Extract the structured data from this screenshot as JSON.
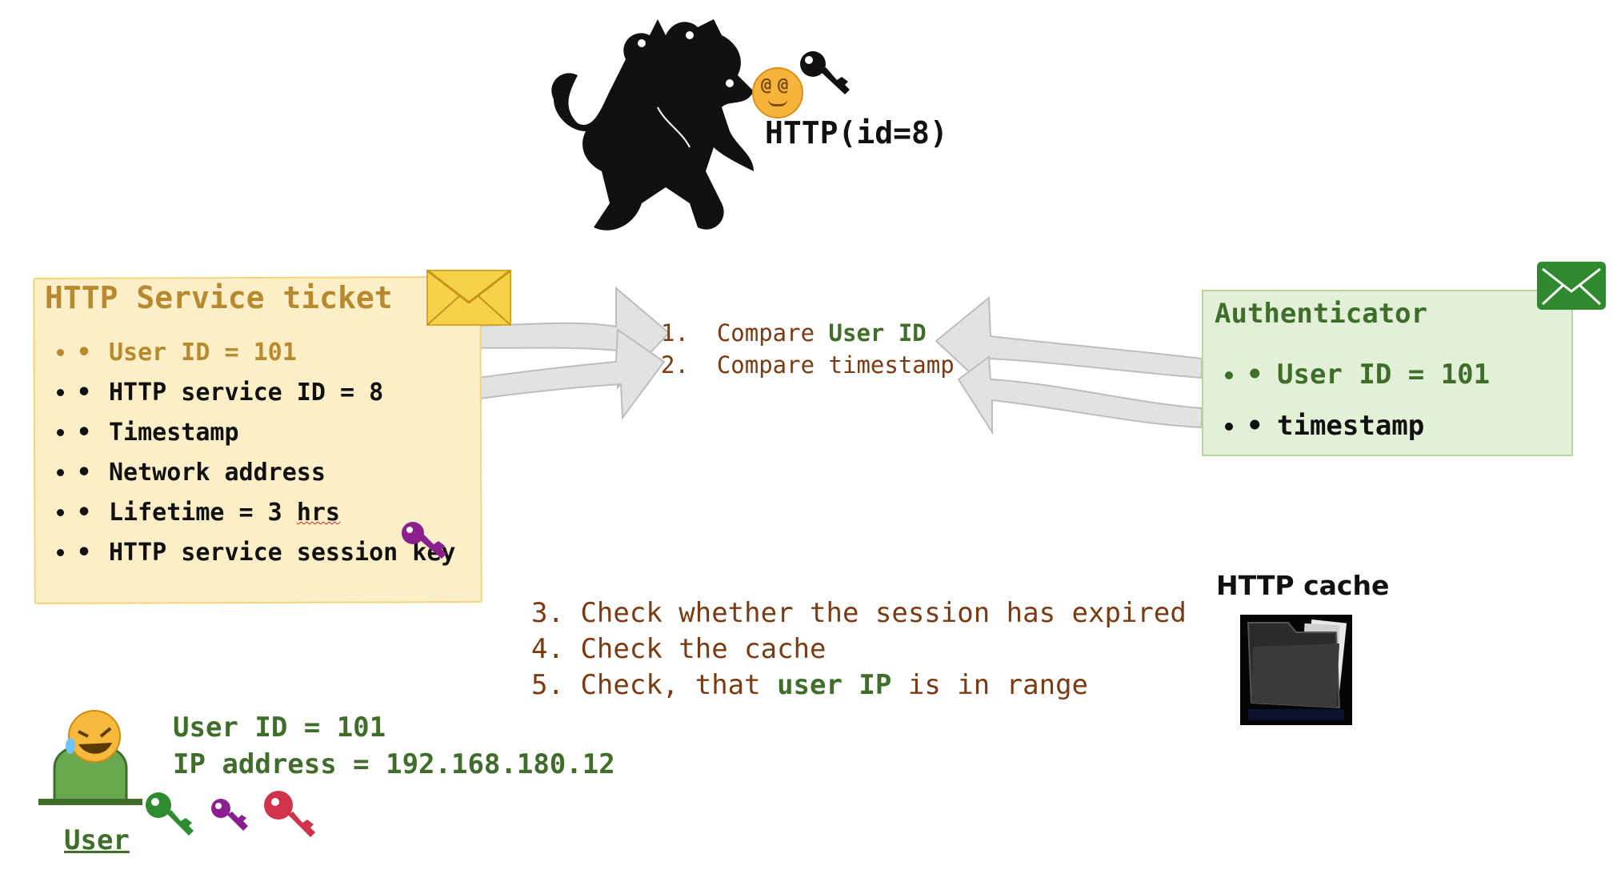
{
  "http_label": "HTTP(id=8)",
  "ticket": {
    "title": "HTTP Service ticket",
    "items": [
      {
        "bullet": "•",
        "text": "User ID = 101"
      },
      {
        "bullet": "•",
        "text": "HTTP service ID = 8"
      },
      {
        "bullet": "•",
        "text": "Timestamp"
      },
      {
        "bullet": "•",
        "text": "Network address"
      },
      {
        "bullet": "•",
        "text_prefix": "Lifetime = 3 ",
        "text_underlined": "hrs"
      },
      {
        "bullet": "•",
        "text": "HTTP service session key"
      }
    ]
  },
  "authenticator": {
    "title": "Authenticator",
    "items": [
      {
        "bullet": "•",
        "text": "User ID = 101"
      },
      {
        "bullet": "•",
        "text": "timestamp"
      }
    ]
  },
  "steps_top": [
    {
      "num": "1.",
      "text": "Compare ",
      "highlight": "User ID"
    },
    {
      "num": "2.",
      "text": "Compare timestamp"
    }
  ],
  "steps_bottom": [
    {
      "num": "3.",
      "text": "Check whether the session has expired"
    },
    {
      "num": "4.",
      "text": "Check the cache"
    },
    {
      "num": "5.",
      "text": "Check, that ",
      "highlight": "user IP",
      "suffix": " is in range"
    }
  ],
  "cache": {
    "label": "HTTP cache"
  },
  "user": {
    "label": "User",
    "id_line": "User ID = 101",
    "ip_line": "IP address = 192.168.180.12"
  },
  "colors": {
    "ticket_bg": "#fcefc8",
    "ticket_title": "#b88a2f",
    "auth_bg": "#e3f0d8",
    "green": "#3f6e2b",
    "brown": "#7b3a12",
    "arrow": "#d9d9d9"
  },
  "icons": {
    "cerberus": "three-headed-dog",
    "dizzy_face": "dizzy-face-emoji",
    "key_black": "black-key-icon",
    "key_purple": "purple-key-icon",
    "key_green": "green-key-icon",
    "key_red": "red-key-icon",
    "envelope_yellow": "yellow-envelope-icon",
    "envelope_green": "green-envelope-icon",
    "folder": "folder-icon",
    "user_laugh": "rolling-laughing-emoji"
  }
}
